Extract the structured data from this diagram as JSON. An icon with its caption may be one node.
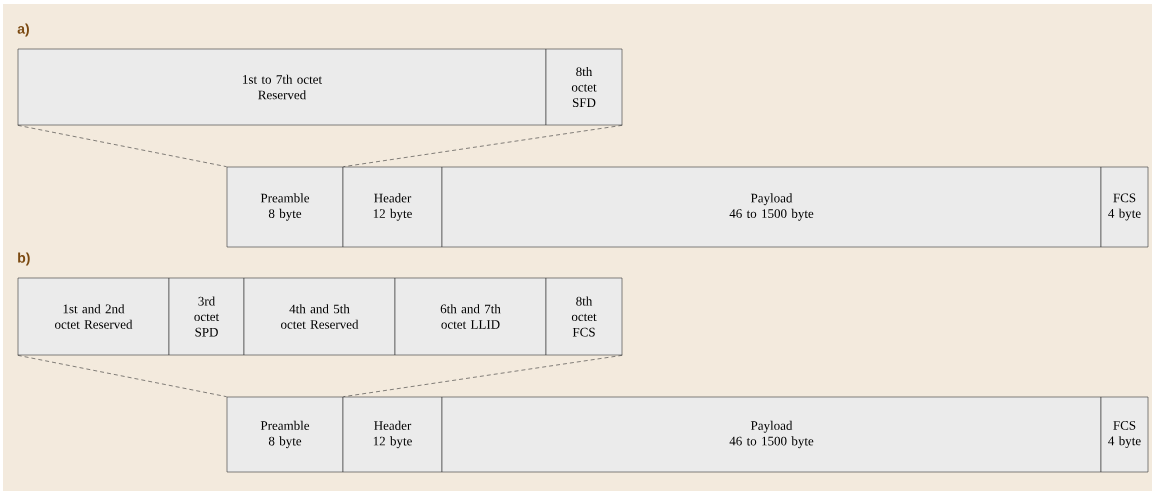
{
  "diagram": {
    "nodes": [
      {
        "text": [
          "1st to 7th octet Reserved"
        ]
      },
      {
        "text": [
          "8th octet SFD"
        ]
      },
      {
        "text": [
          "Preamble",
          "8 byte"
        ]
      },
      {
        "text": [
          "Header",
          "12 byte"
        ]
      },
      {
        "text": [
          "Payload",
          "46 to 1500 byte"
        ]
      },
      {
        "text": [
          "FCS",
          "4 byte"
        ]
      },
      {
        "text": [
          "1st and 2nd octet Reserved"
        ]
      },
      {
        "text": [
          "3rd octet SPD"
        ]
      },
      {
        "text": [
          "4th and 5th octet Reserved"
        ]
      },
      {
        "text": [
          "6th and 7th octet LLID"
        ]
      },
      {
        "text": [
          "8th octet FCS"
        ]
      },
      {
        "text": [
          "Preamble",
          "8 byte"
        ]
      },
      {
        "text": [
          "Header",
          "12 byte"
        ]
      },
      {
        "text": [
          "Payload",
          "46 to 1500 byte"
        ]
      },
      {
        "text": [
          "FCS",
          "4 byte"
        ]
      }
    ],
    "edges": [
      {
        "from": 0,
        "to": 2,
        "arrow": "none",
        "style": "dashed"
      },
      {
        "from": 1,
        "to": 2,
        "arrow": "none",
        "style": "dashed"
      },
      {
        "from": 6,
        "to": 11,
        "arrow": "none",
        "style": "dashed"
      },
      {
        "from": 10,
        "to": 11,
        "arrow": "none",
        "style": "dashed"
      }
    ],
    "labels": [
      "a)",
      "b)"
    ]
  }
}
